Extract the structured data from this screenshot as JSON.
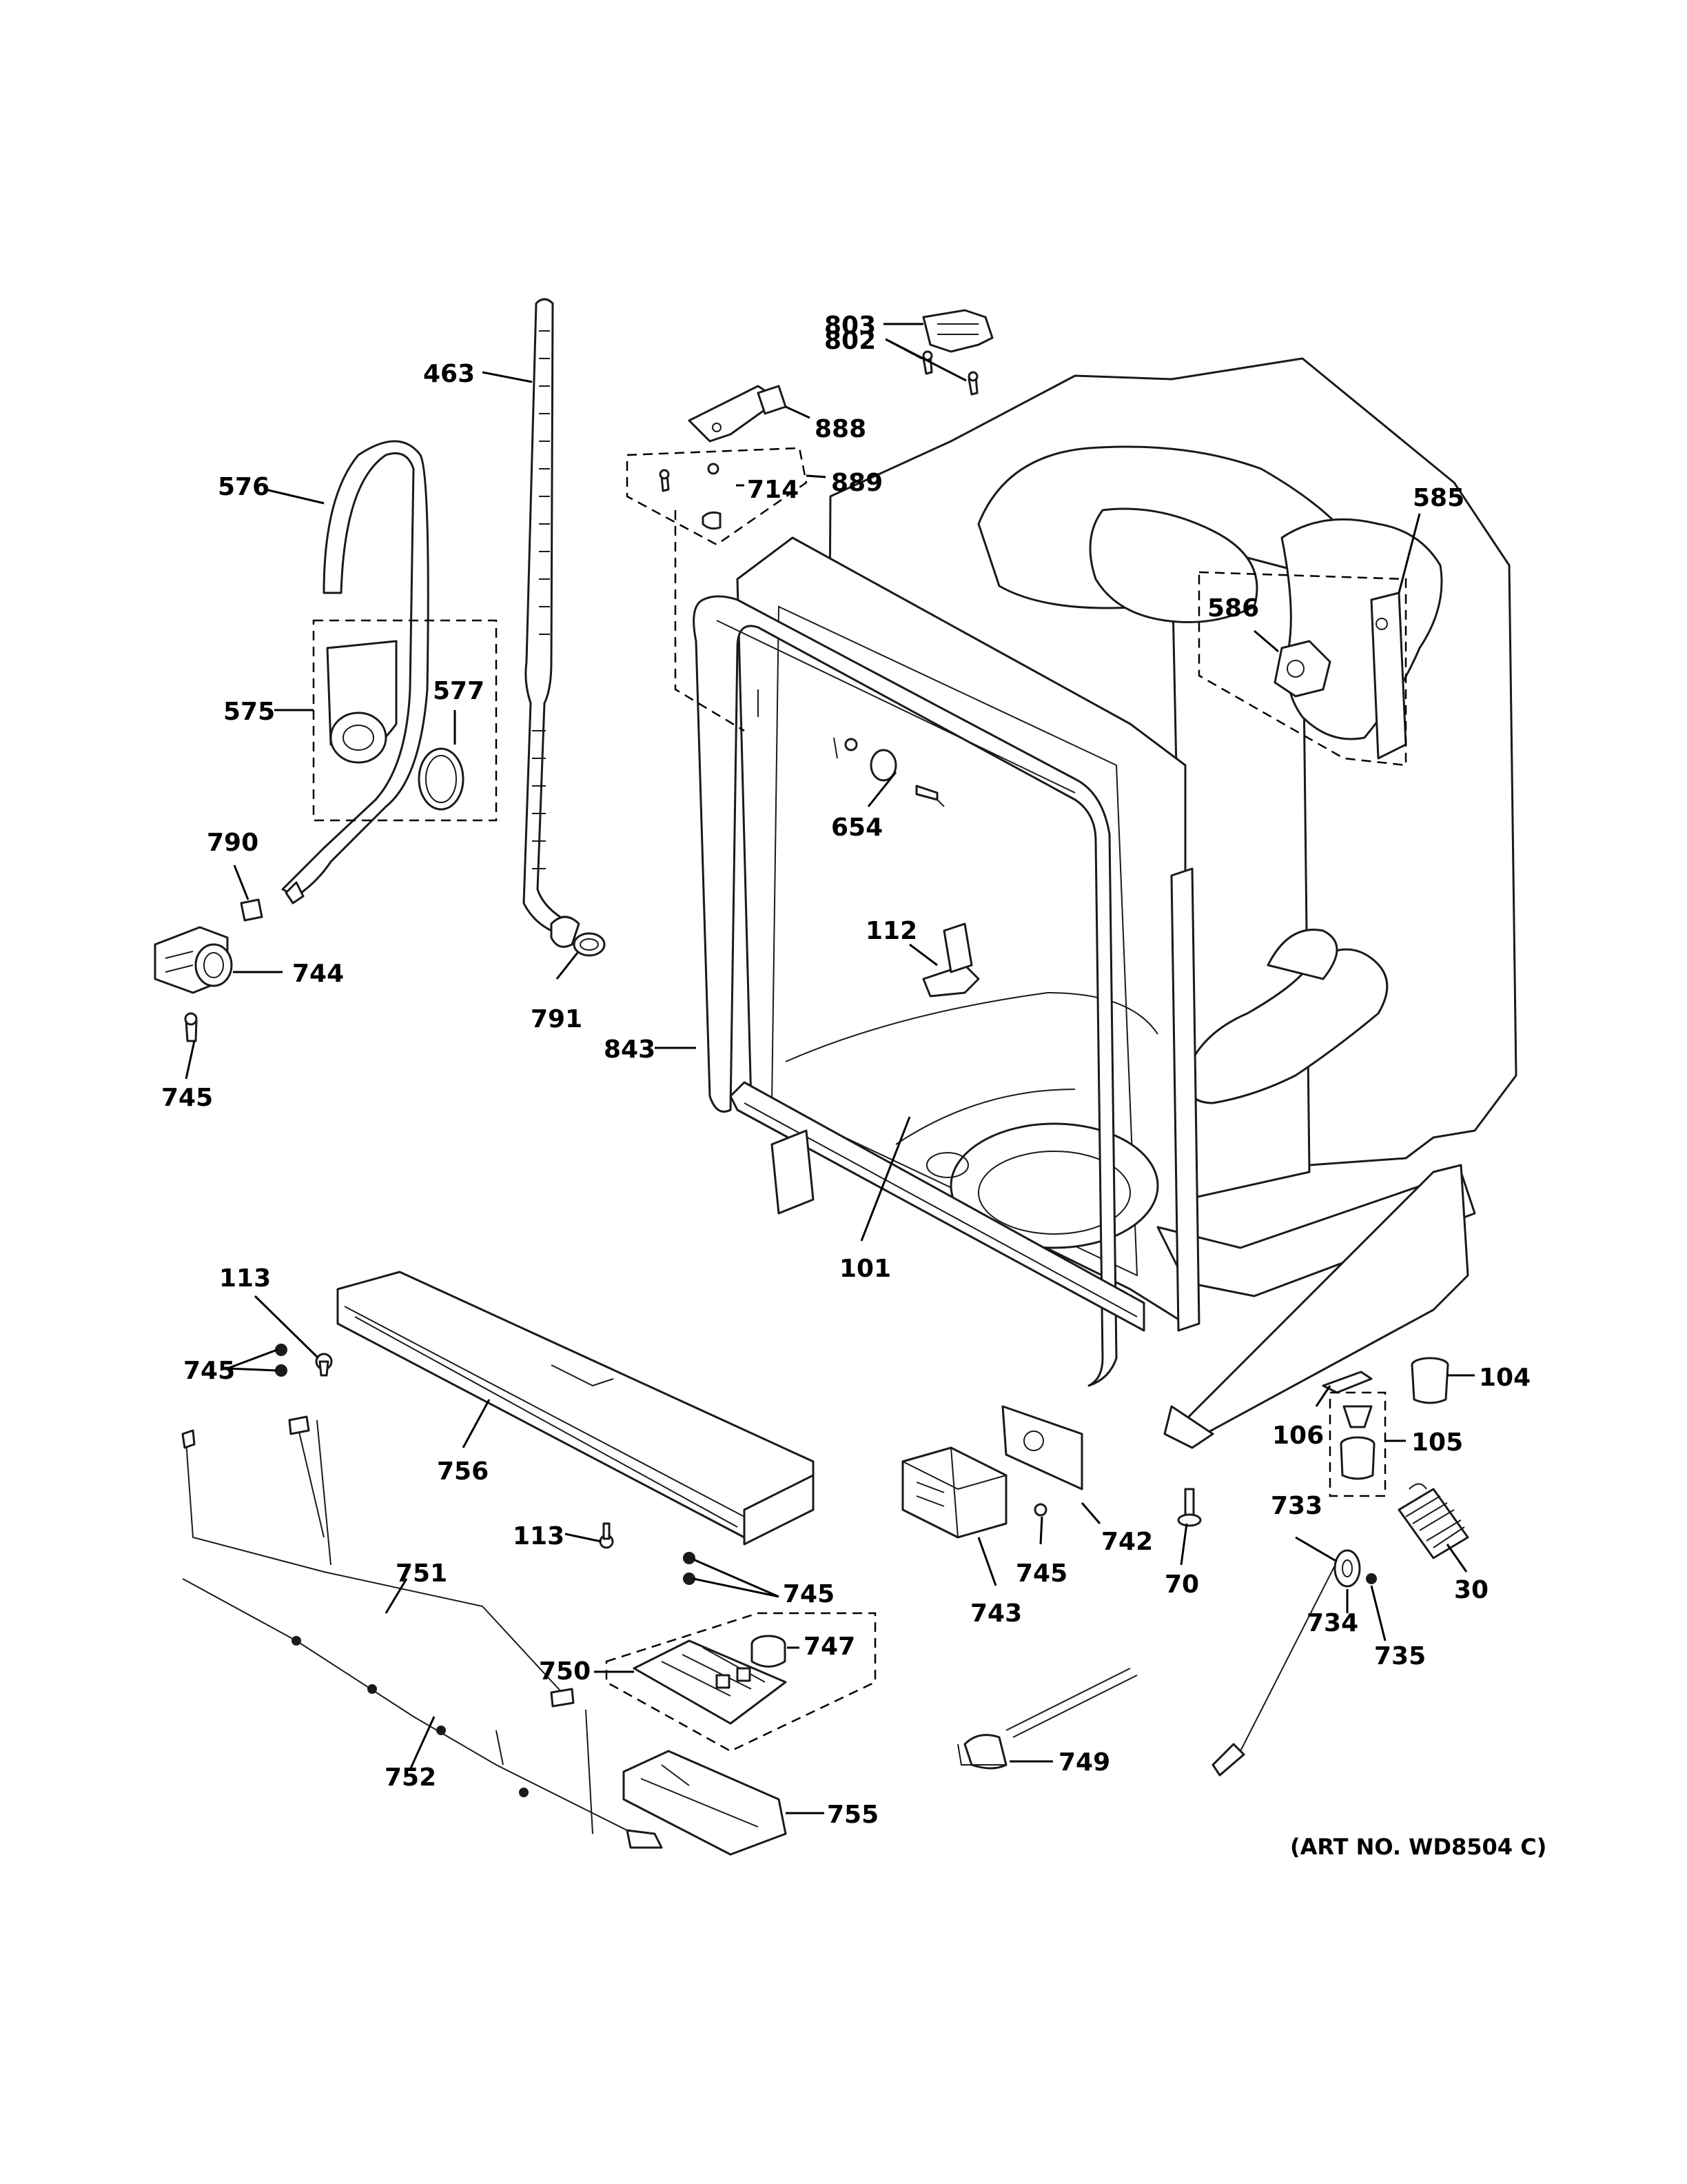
{
  "art_number": "(ART NO. WD8504 C)",
  "callouts": [
    {
      "id": "c803",
      "label": "803"
    },
    {
      "id": "c802",
      "label": "802"
    },
    {
      "id": "c888",
      "label": "888"
    },
    {
      "id": "c463",
      "label": "463"
    },
    {
      "id": "c714",
      "label": "714"
    },
    {
      "id": "c889",
      "label": "889"
    },
    {
      "id": "c576",
      "label": "576"
    },
    {
      "id": "c585",
      "label": "585"
    },
    {
      "id": "c586",
      "label": "586"
    },
    {
      "id": "c575",
      "label": "575"
    },
    {
      "id": "c577",
      "label": "577"
    },
    {
      "id": "c654",
      "label": "654"
    },
    {
      "id": "c790",
      "label": "790"
    },
    {
      "id": "c112",
      "label": "112"
    },
    {
      "id": "c744",
      "label": "744"
    },
    {
      "id": "c791",
      "label": "791"
    },
    {
      "id": "c843",
      "label": "843"
    },
    {
      "id": "c745a",
      "label": "745"
    },
    {
      "id": "c101",
      "label": "101"
    },
    {
      "id": "c113a",
      "label": "113"
    },
    {
      "id": "c745b",
      "label": "745"
    },
    {
      "id": "c104",
      "label": "104"
    },
    {
      "id": "c106",
      "label": "106"
    },
    {
      "id": "c105",
      "label": "105"
    },
    {
      "id": "c756",
      "label": "756"
    },
    {
      "id": "c742",
      "label": "742"
    },
    {
      "id": "c733",
      "label": "733"
    },
    {
      "id": "c113b",
      "label": "113"
    },
    {
      "id": "c745c",
      "label": "745"
    },
    {
      "id": "c70",
      "label": "70"
    },
    {
      "id": "c30",
      "label": "30"
    },
    {
      "id": "c751",
      "label": "751"
    },
    {
      "id": "c745d",
      "label": "745"
    },
    {
      "id": "c743",
      "label": "743"
    },
    {
      "id": "c734",
      "label": "734"
    },
    {
      "id": "c747",
      "label": "747"
    },
    {
      "id": "c735",
      "label": "735"
    },
    {
      "id": "c750",
      "label": "750"
    },
    {
      "id": "c749",
      "label": "749"
    },
    {
      "id": "c752",
      "label": "752"
    },
    {
      "id": "c755",
      "label": "755"
    }
  ]
}
